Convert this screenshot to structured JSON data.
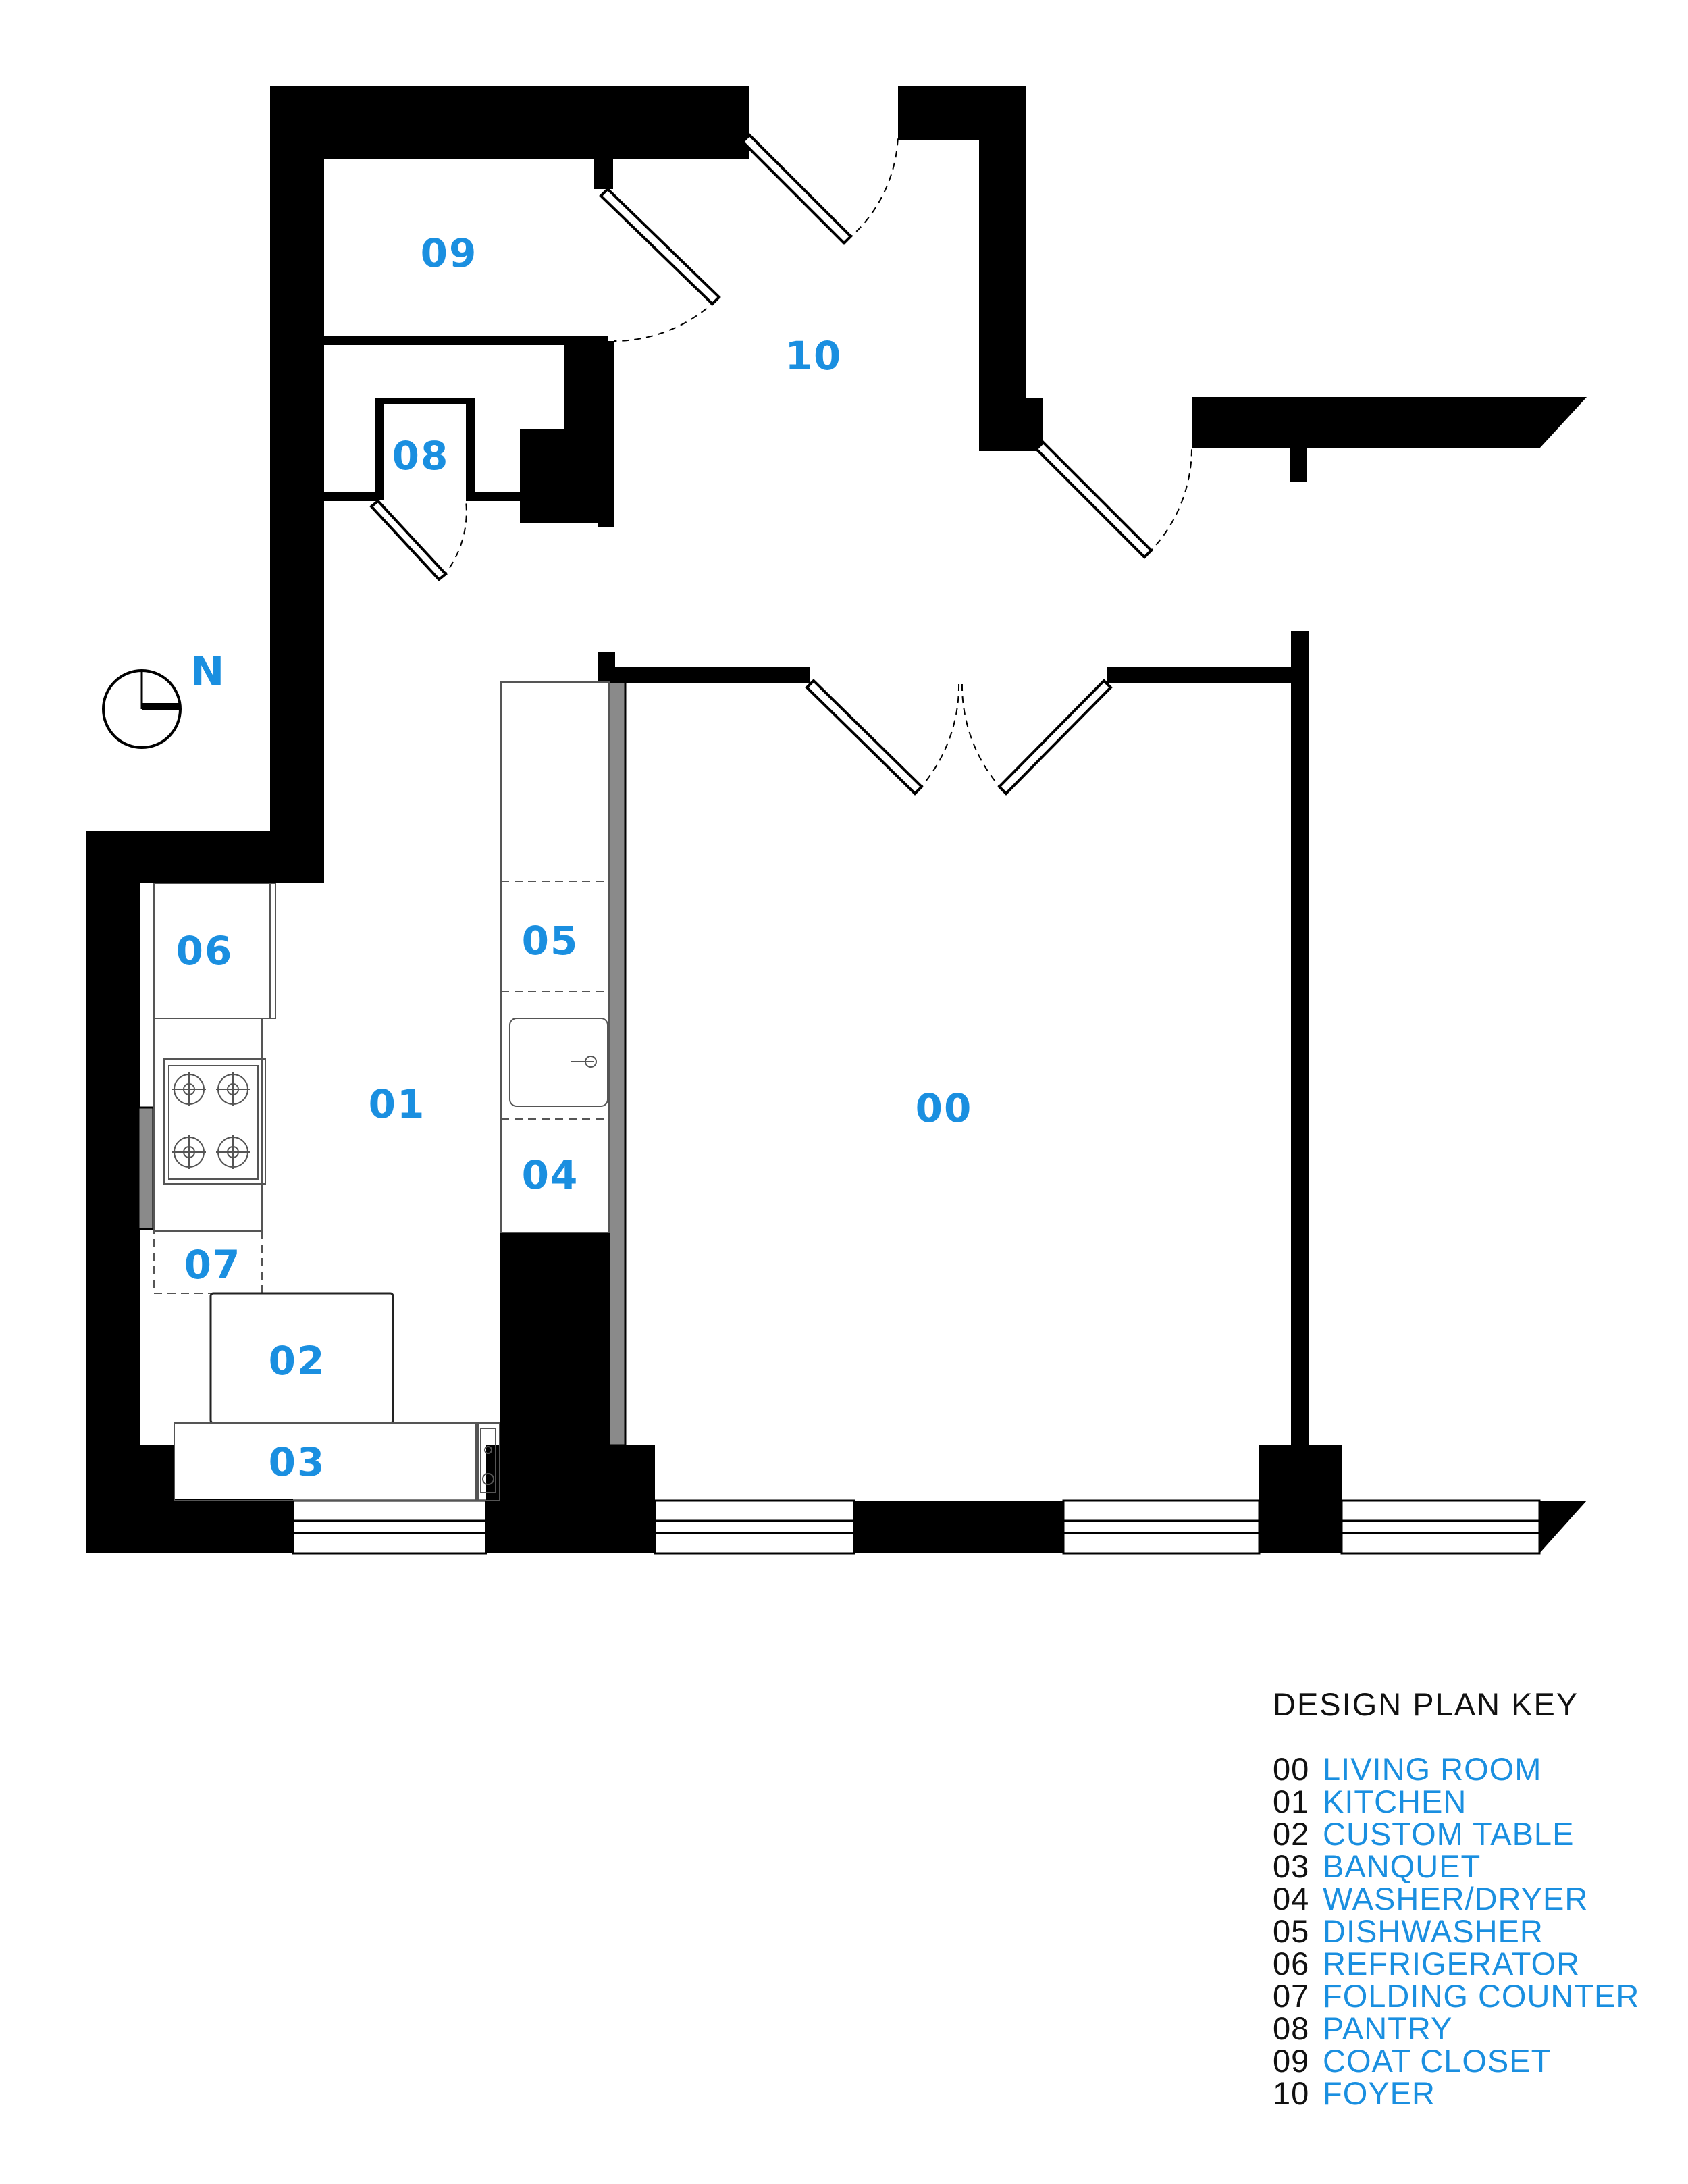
{
  "colors": {
    "wall": "#000000",
    "label": "#1a8fe0",
    "text": "#111111",
    "partition": "#8a8a8a",
    "fixture_line": "#555555"
  },
  "compass": {
    "label": "N",
    "icon": "north-arrow-icon"
  },
  "rooms": [
    {
      "code": "00",
      "name": "LIVING ROOM"
    },
    {
      "code": "01",
      "name": "KITCHEN"
    },
    {
      "code": "02",
      "name": "CUSTOM TABLE"
    },
    {
      "code": "03",
      "name": "BANQUET"
    },
    {
      "code": "04",
      "name": "WASHER/DRYER"
    },
    {
      "code": "05",
      "name": "DISHWASHER"
    },
    {
      "code": "06",
      "name": "REFRIGERATOR"
    },
    {
      "code": "07",
      "name": "FOLDING COUNTER"
    },
    {
      "code": "08",
      "name": "PANTRY"
    },
    {
      "code": "09",
      "name": "COAT CLOSET"
    },
    {
      "code": "10",
      "name": "FOYER"
    }
  ],
  "legend": {
    "title": "DESIGN PLAN KEY"
  }
}
